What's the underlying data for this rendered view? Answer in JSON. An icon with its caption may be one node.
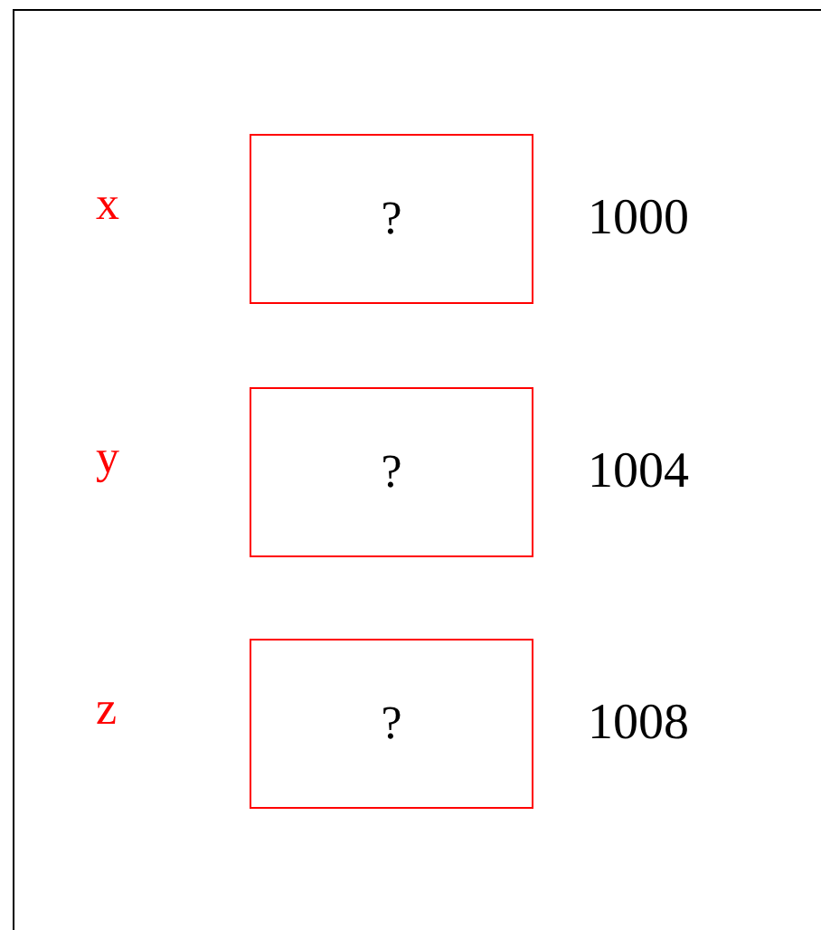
{
  "diagram": {
    "nodes": [
      {
        "text": [
          "?"
        ],
        "beside": [
          "x",
          "1000"
        ]
      },
      {
        "text": [
          "?"
        ],
        "beside": [
          "y",
          "1004"
        ]
      },
      {
        "text": [
          "?"
        ],
        "beside": [
          "z",
          "1008"
        ]
      }
    ]
  }
}
